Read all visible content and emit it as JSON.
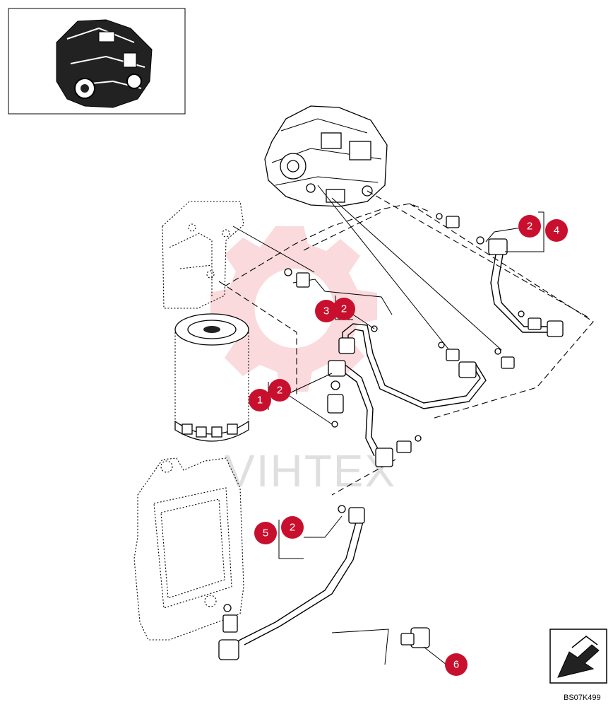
{
  "watermark": {
    "text": "VIHTEX"
  },
  "callouts": [
    {
      "id": "c-1",
      "label": "1"
    },
    {
      "id": "c-2a",
      "label": "2"
    },
    {
      "id": "c-2b",
      "label": "2"
    },
    {
      "id": "c-2c",
      "label": "2"
    },
    {
      "id": "c-2d",
      "label": "2"
    },
    {
      "id": "c-3",
      "label": "3"
    },
    {
      "id": "c-4",
      "label": "4"
    },
    {
      "id": "c-5",
      "label": "5"
    },
    {
      "id": "c-6",
      "label": "6"
    }
  ],
  "drawing_code": "BS07K499",
  "colors": {
    "callout": "#c8102e",
    "watermark": "#e3323c"
  },
  "icons": [
    "engine-thumbnail-icon",
    "orientation-arrow-icon"
  ]
}
